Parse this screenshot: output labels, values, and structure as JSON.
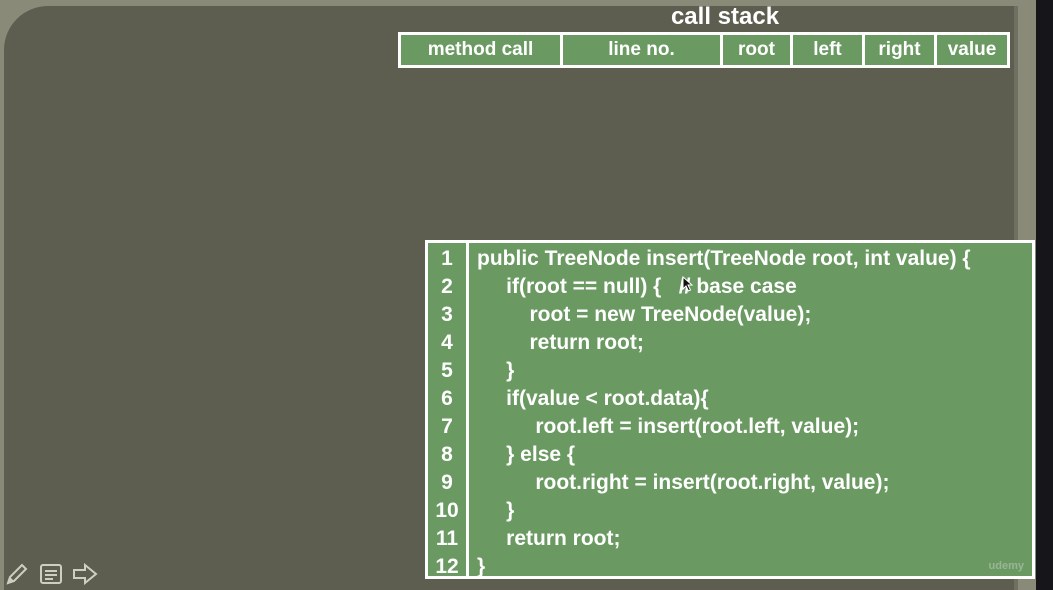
{
  "slide": {
    "title": "call stack"
  },
  "call_stack_table": {
    "headers": [
      "method call",
      "line no.",
      "root",
      "left",
      "right",
      "value"
    ]
  },
  "code": {
    "line_numbers": [
      "1",
      "2",
      "3",
      "4",
      "5",
      "6",
      "7",
      "8",
      "9",
      "10",
      "11",
      "12"
    ],
    "lines": [
      "public TreeNode insert(TreeNode root, int value) {",
      "     if(root == null) {   // base case",
      "         root = new TreeNode(value);",
      "         return root;",
      "     }",
      "     if(value < root.data){",
      "          root.left = insert(root.left, value);",
      "     } else {",
      "          root.right = insert(root.right, value);",
      "     }",
      "     return root;",
      "}"
    ]
  },
  "watermark": "udemy",
  "toolbar": {
    "icons": [
      "pencil-icon",
      "notes-icon",
      "next-arrow-icon"
    ]
  },
  "colors": {
    "slide_bg": "#5e5e50",
    "frame": "#8a8a78",
    "table_green": "#6a9a62",
    "border": "#ffffff"
  }
}
